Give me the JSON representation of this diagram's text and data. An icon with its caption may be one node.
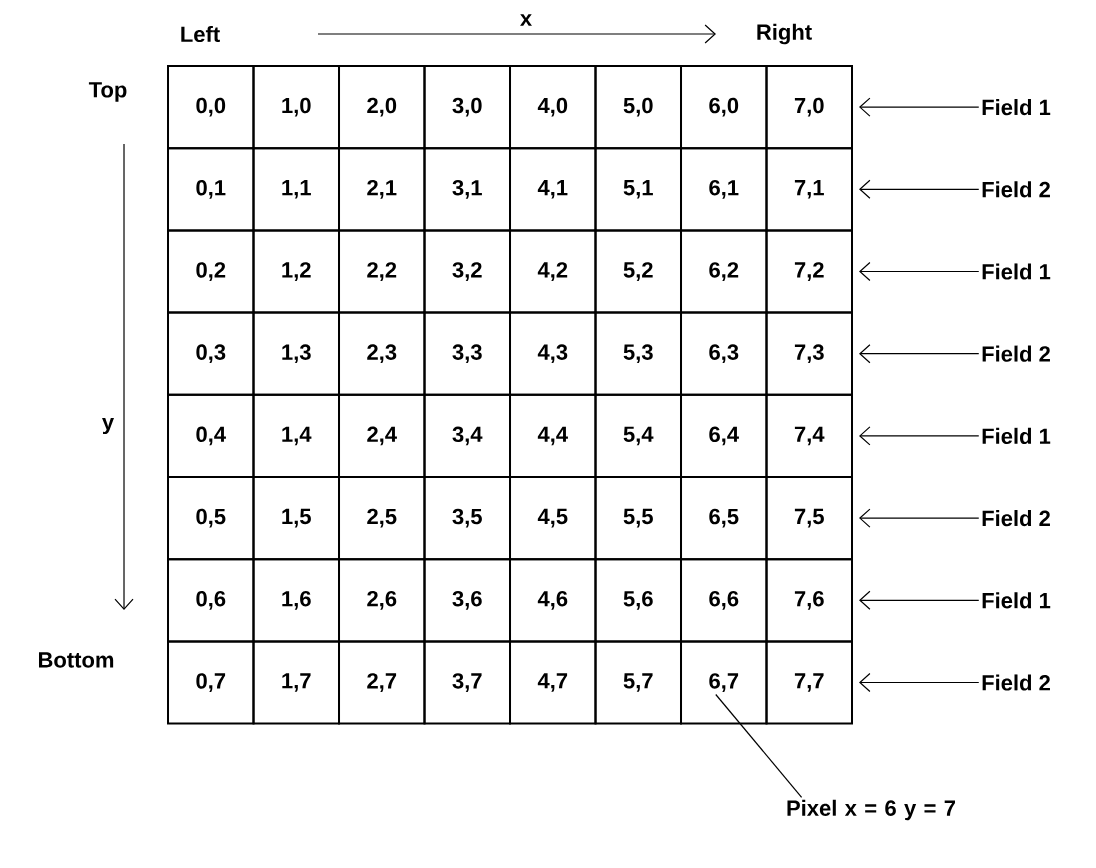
{
  "diagram": {
    "nodes": [
      {
        "text": [
          "0,0"
        ]
      },
      {
        "text": [
          "1,0"
        ]
      },
      {
        "text": [
          "2,0"
        ]
      },
      {
        "text": [
          "3,0"
        ]
      },
      {
        "text": [
          "4,0"
        ]
      },
      {
        "text": [
          "5,0"
        ]
      },
      {
        "text": [
          "6,0"
        ]
      },
      {
        "text": [
          "7,0"
        ]
      },
      {
        "text": [
          "0,1"
        ]
      },
      {
        "text": [
          "1,1"
        ]
      },
      {
        "text": [
          "2,1"
        ]
      },
      {
        "text": [
          "3,1"
        ]
      },
      {
        "text": [
          "4,1"
        ]
      },
      {
        "text": [
          "5,1"
        ]
      },
      {
        "text": [
          "6,1"
        ]
      },
      {
        "text": [
          "7,1"
        ]
      },
      {
        "text": [
          "0,2"
        ]
      },
      {
        "text": [
          "1,2"
        ]
      },
      {
        "text": [
          "2,2"
        ]
      },
      {
        "text": [
          "3,2"
        ]
      },
      {
        "text": [
          "4,2"
        ]
      },
      {
        "text": [
          "5,2"
        ]
      },
      {
        "text": [
          "6,2"
        ]
      },
      {
        "text": [
          "7,2"
        ]
      },
      {
        "text": [
          "0,3"
        ]
      },
      {
        "text": [
          "1,3"
        ]
      },
      {
        "text": [
          "2,3"
        ]
      },
      {
        "text": [
          "3,3"
        ]
      },
      {
        "text": [
          "4,3"
        ]
      },
      {
        "text": [
          "5,3"
        ]
      },
      {
        "text": [
          "6,3"
        ]
      },
      {
        "text": [
          "7,3"
        ]
      },
      {
        "text": [
          "0,4"
        ]
      },
      {
        "text": [
          "1,4"
        ]
      },
      {
        "text": [
          "2,4"
        ]
      },
      {
        "text": [
          "3,4"
        ]
      },
      {
        "text": [
          "4,4"
        ]
      },
      {
        "text": [
          "5,4"
        ]
      },
      {
        "text": [
          "6,4"
        ]
      },
      {
        "text": [
          "7,4"
        ]
      },
      {
        "text": [
          "0,5"
        ]
      },
      {
        "text": [
          "1,5"
        ]
      },
      {
        "text": [
          "2,5"
        ]
      },
      {
        "text": [
          "3,5"
        ]
      },
      {
        "text": [
          "4,5"
        ]
      },
      {
        "text": [
          "5,5"
        ]
      },
      {
        "text": [
          "6,5"
        ]
      },
      {
        "text": [
          "7,5"
        ]
      },
      {
        "text": [
          "0,6"
        ]
      },
      {
        "text": [
          "1,6"
        ]
      },
      {
        "text": [
          "2,6"
        ]
      },
      {
        "text": [
          "3,6"
        ]
      },
      {
        "text": [
          "4,6"
        ]
      },
      {
        "text": [
          "5,6"
        ]
      },
      {
        "text": [
          "6,6"
        ]
      },
      {
        "text": [
          "7,6"
        ]
      },
      {
        "text": [
          "0,7"
        ]
      },
      {
        "text": [
          "1,7"
        ]
      },
      {
        "text": [
          "2,7"
        ]
      },
      {
        "text": [
          "3,7"
        ]
      },
      {
        "text": [
          "4,7"
        ]
      },
      {
        "text": [
          "5,7"
        ]
      },
      {
        "text": [
          "6,7"
        ]
      },
      {
        "text": [
          "7,7"
        ]
      },
      {
        "text": [
          "Field 1"
        ]
      },
      {
        "text": [
          "Field 2"
        ]
      },
      {
        "text": [
          "Field 1"
        ]
      },
      {
        "text": [
          "Field 2"
        ]
      },
      {
        "text": [
          "Field 1"
        ]
      },
      {
        "text": [
          "Field 2"
        ]
      },
      {
        "text": [
          "Field 1"
        ]
      },
      {
        "text": [
          "Field 2"
        ]
      },
      {
        "text": [
          "Pixel x = 6 y = 7"
        ]
      }
    ],
    "edges": [
      {
        "from": 64,
        "to": 7,
        "arrow": "to"
      },
      {
        "from": 65,
        "to": 15,
        "arrow": "to"
      },
      {
        "from": 66,
        "to": 23,
        "arrow": "to"
      },
      {
        "from": 67,
        "to": 31,
        "arrow": "to"
      },
      {
        "from": 68,
        "to": 39,
        "arrow": "to"
      },
      {
        "from": 69,
        "to": 47,
        "arrow": "to"
      },
      {
        "from": 70,
        "to": 55,
        "arrow": "to"
      },
      {
        "from": 71,
        "to": 63,
        "arrow": "to"
      },
      {
        "from": 72,
        "to": 62,
        "arrow": "none"
      }
    ],
    "labels": [
      "Left",
      "x",
      "Right",
      "Top",
      "y",
      "Bottom"
    ]
  }
}
